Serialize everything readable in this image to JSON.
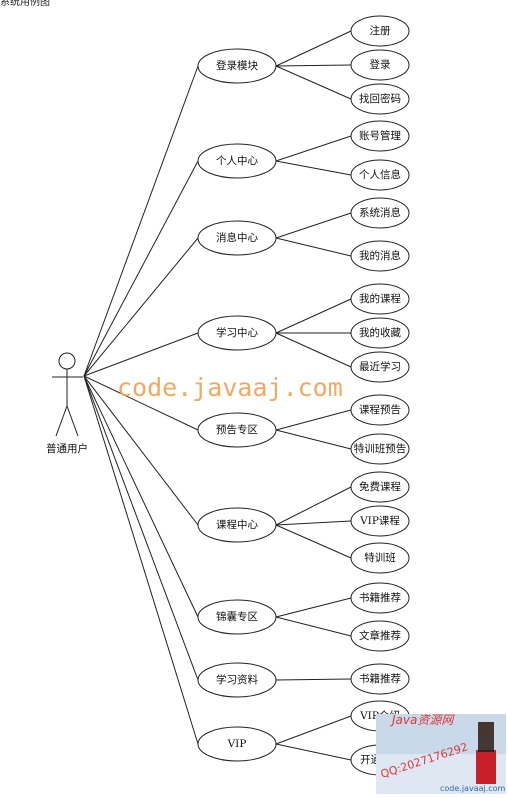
{
  "top_text": "系统用例图",
  "actor": {
    "label": "普通用户"
  },
  "modules": [
    {
      "label": "登录模块",
      "children": [
        "注册",
        "登录",
        "找回密码"
      ]
    },
    {
      "label": "个人中心",
      "children": [
        "账号管理",
        "个人信息"
      ]
    },
    {
      "label": "消息中心",
      "children": [
        "系统消息",
        "我的消息"
      ]
    },
    {
      "label": "学习中心",
      "children": [
        "我的课程",
        "我的收藏",
        "最近学习"
      ]
    },
    {
      "label": "预告专区",
      "children": [
        "课程预告",
        "特训班预告"
      ]
    },
    {
      "label": "课程中心",
      "children": [
        "免费课程",
        "VIP课程",
        "特训班"
      ]
    },
    {
      "label": "锦囊专区",
      "children": [
        "书籍推荐",
        "文章推荐"
      ]
    },
    {
      "label": "学习资料",
      "children": [
        "书籍推荐"
      ]
    },
    {
      "label": "VIP",
      "children": [
        "VIP介绍",
        "开通VIP"
      ]
    }
  ],
  "watermark": {
    "text": "code.javaaj.com",
    "color": "#f0a050"
  },
  "stamp": {
    "title": "Java资源网",
    "qq": "QQ:2027176292",
    "url": "code.javaaj.com"
  },
  "colors": {
    "line": "#222222",
    "ellipse_fill": "#ffffff"
  }
}
